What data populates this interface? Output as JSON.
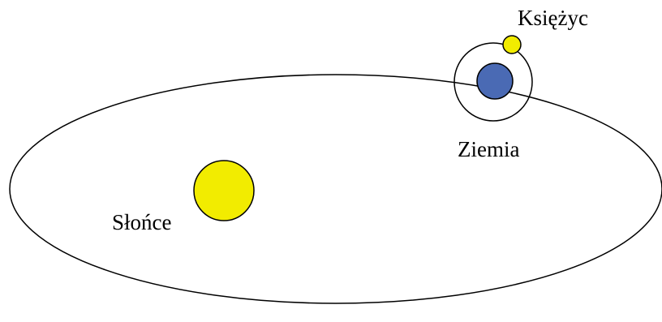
{
  "labels": {
    "sun": "Słońce",
    "earth": "Ziemia",
    "moon": "Księżyc"
  },
  "colors": {
    "sun": "#f2ec00",
    "earth": "#4a6ab4",
    "moon": "#f2ec00",
    "stroke": "#000000",
    "background": "#ffffff"
  }
}
